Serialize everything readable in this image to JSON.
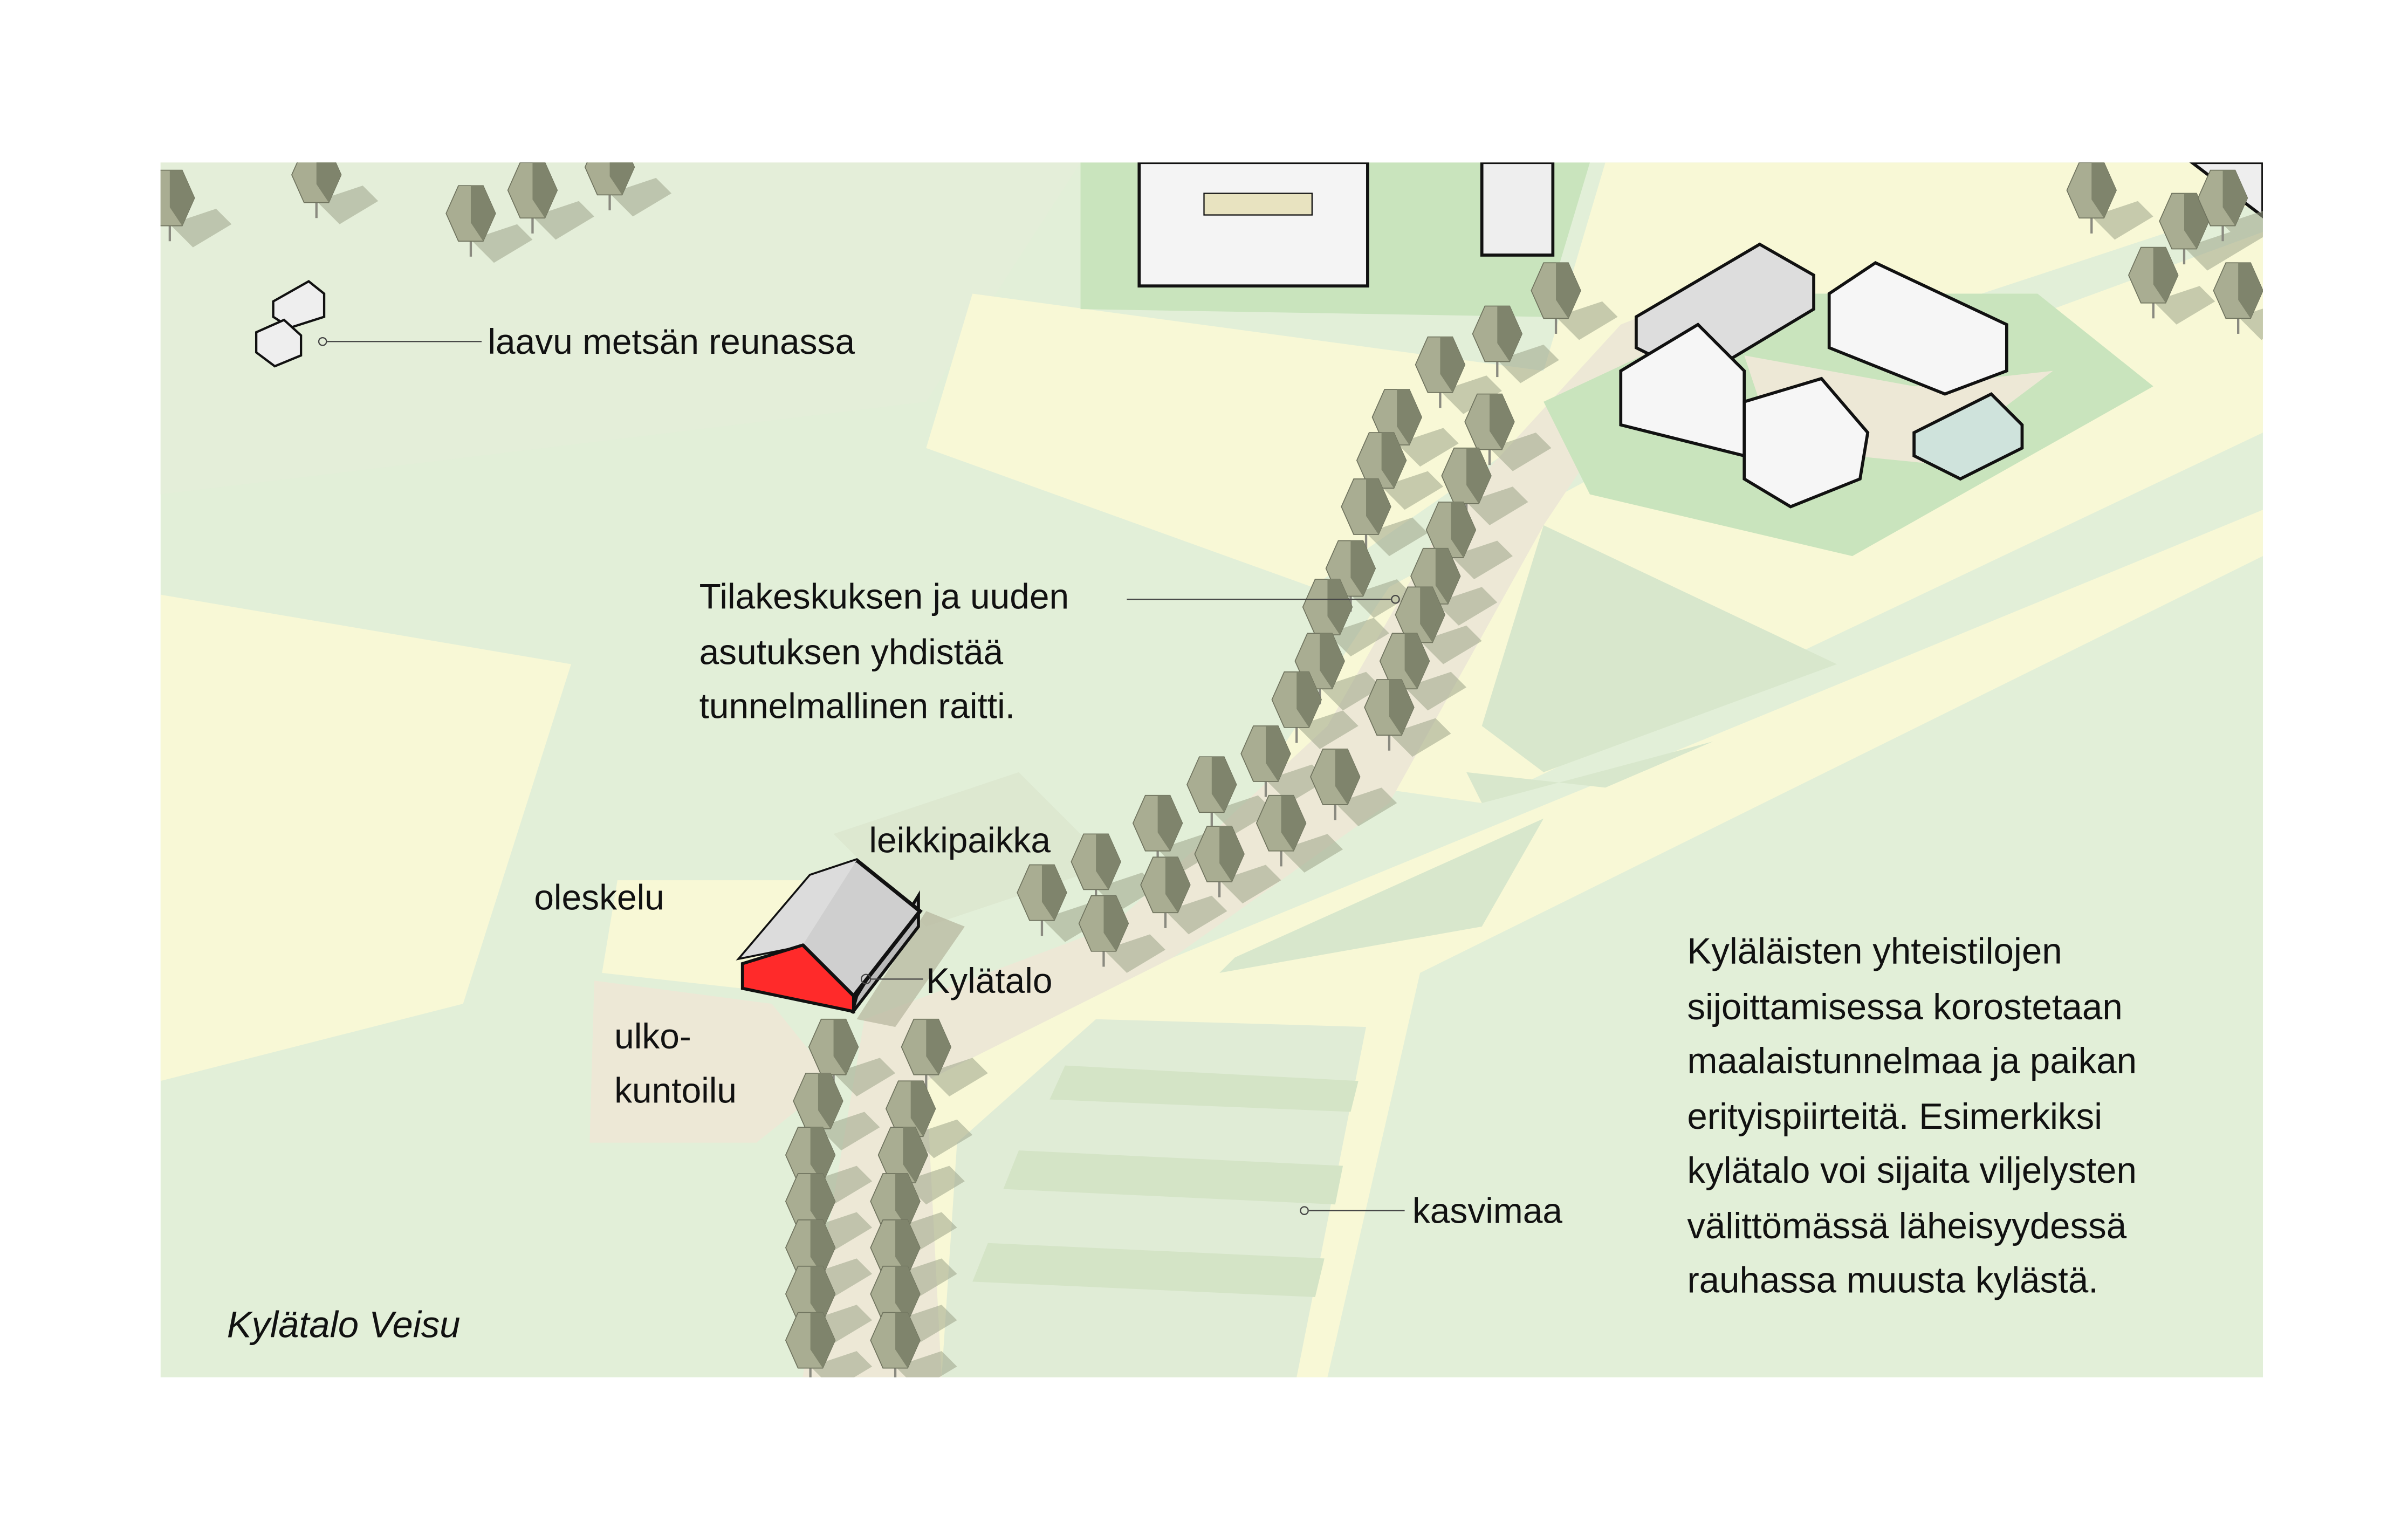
{
  "caption": "Kylätalo Veisu",
  "labels": {
    "laavu": "laavu metsän reunassa",
    "raitti": [
      "Tilakeskuksen ja uuden",
      "asutuksen yhdistää",
      "tunnelmallinen raitti."
    ],
    "leikkipaikka": "leikkipaikka",
    "oleskelu": "oleskelu",
    "kylatalo": "Kylätalo",
    "ulkokuntoilu": [
      "ulko-",
      "kuntoilu"
    ],
    "kasvimaa": "kasvimaa"
  },
  "description": [
    "Kyläläisten yhteistilojen",
    "sijoittamisessa korostetaan",
    "maalaistunnelmaa ja paikan",
    "erityispiirteitä. Esimerkiksi",
    "kylätalo voi sijaita viljelysten",
    "välittömässä läheisyydessä",
    "rauhassa muusta kylästä."
  ],
  "colors": {
    "highlight_building": "#ff2a2a",
    "meadow": "#e2efd8",
    "field_yellow": "#f8f8d6",
    "path": "#ede8d6",
    "tree": "#a9ad92"
  }
}
